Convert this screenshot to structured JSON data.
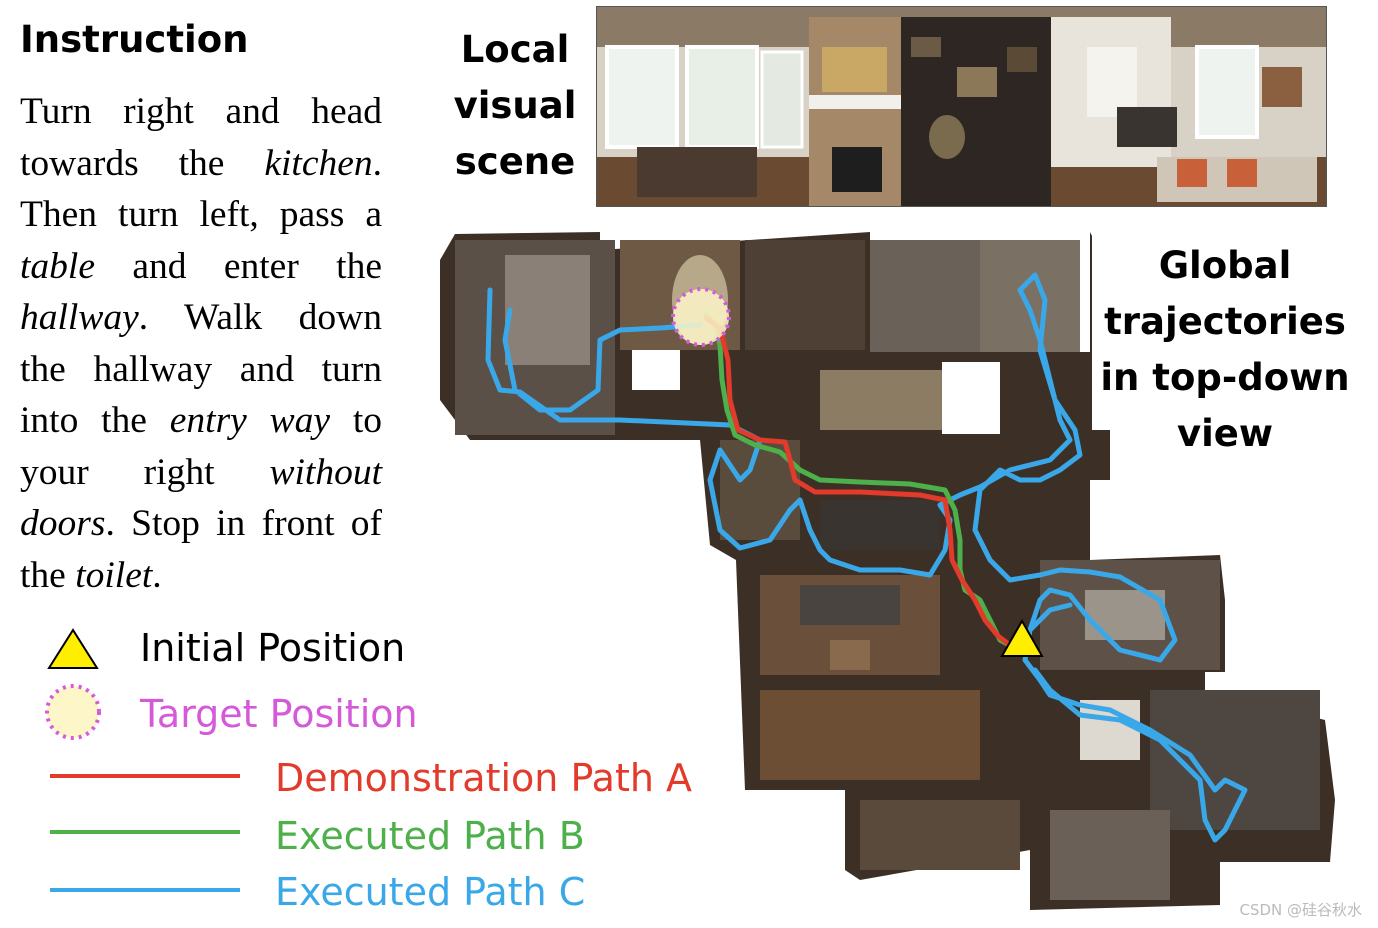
{
  "instruction": {
    "heading": "Instruction",
    "segments": [
      {
        "text": "Turn right and head towards the ",
        "italic": false
      },
      {
        "text": "kitchen",
        "italic": true
      },
      {
        "text": ". Then turn left, pass a ",
        "italic": false
      },
      {
        "text": "table",
        "italic": true
      },
      {
        "text": " and enter the ",
        "italic": false
      },
      {
        "text": "hallway",
        "italic": true
      },
      {
        "text": ". Walk down the hallway and turn into the ",
        "italic": false
      },
      {
        "text": "entry way",
        "italic": true
      },
      {
        "text": " to your right ",
        "italic": false
      },
      {
        "text": "without doors",
        "italic": true
      },
      {
        "text": ". Stop in front of the ",
        "italic": false
      },
      {
        "text": "toilet",
        "italic": true
      },
      {
        "text": ".",
        "italic": false
      }
    ]
  },
  "local_scene": {
    "label_lines": [
      "Local",
      "visual",
      "scene"
    ]
  },
  "global_view": {
    "label_lines": [
      "Global",
      "trajectories",
      "in top-down",
      "view"
    ]
  },
  "legend": {
    "initial": "Initial Position",
    "target": "Target Position",
    "path_a": "Demonstration Path A",
    "path_b": "Executed Path B",
    "path_c": "Executed Path C"
  },
  "colors": {
    "path_a": "#e23a2b",
    "path_b": "#4db04a",
    "path_c": "#3aa8e8",
    "target": "#d45ad9",
    "target_fill": "#fdf6c8",
    "initial_fill": "#ffee00"
  },
  "watermark": "CSDN @硅谷秋水"
}
